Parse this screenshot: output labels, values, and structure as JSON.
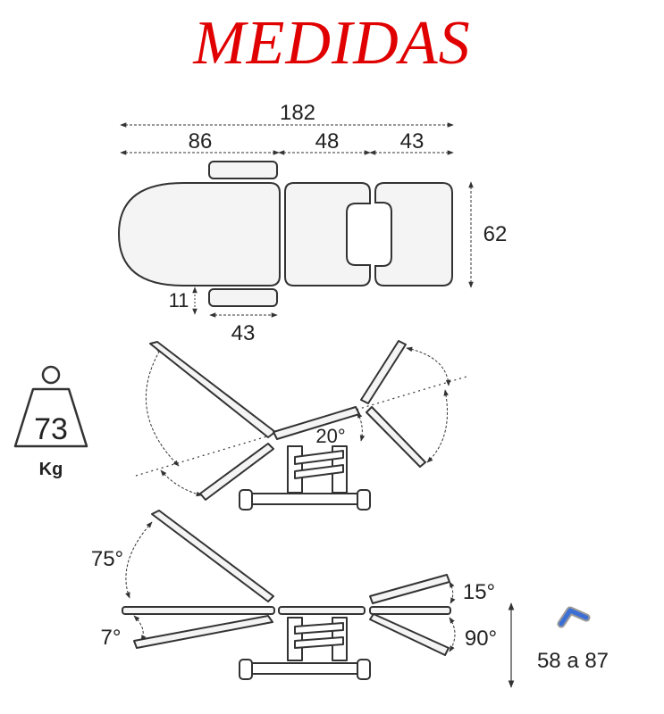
{
  "title": "MEDIDAS",
  "dimensions": {
    "total_length": "182",
    "head_section": "86",
    "seat_section": "48",
    "leg_section": "43",
    "width": "62",
    "armrest_gap": "11",
    "armrest_length": "43"
  },
  "weight": {
    "value": "73",
    "unit": "Kg"
  },
  "angles": {
    "tilt": "20°",
    "back_up": "75°",
    "back_down": "7°",
    "legs_up": "15°",
    "legs_down": "90°"
  },
  "height_range": "58 a 87",
  "colors": {
    "title": "#e00000",
    "line": "#333333",
    "mattress": "#f2f2f2",
    "pedal_icon": "#3b6fd6"
  },
  "icons": [
    "weight-icon",
    "pedal-icon"
  ]
}
